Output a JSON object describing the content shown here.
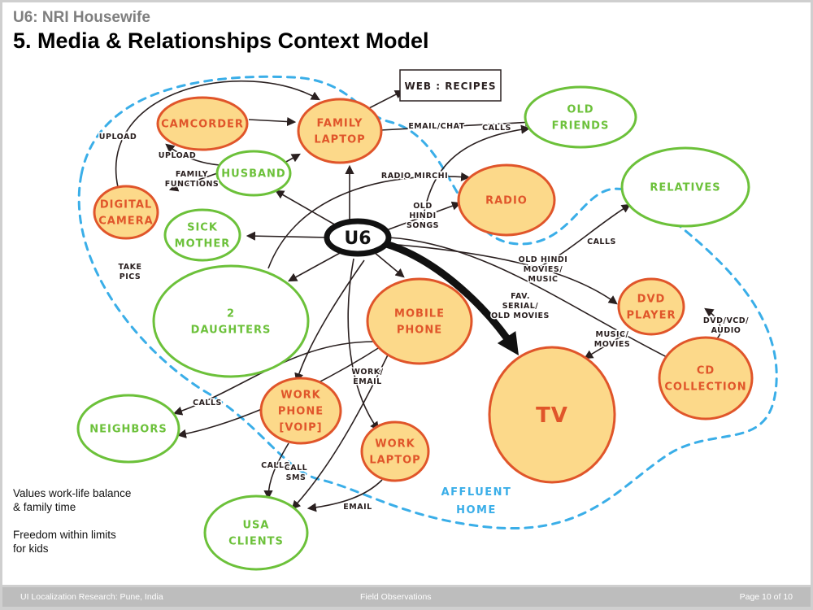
{
  "header": {
    "subtitle": "U6: NRI Housewife",
    "title": "5. Media & Relationships Context Model"
  },
  "colors": {
    "media_fill": "#fcd98a",
    "media_stroke": "#e0552a",
    "media_text": "#e0552a",
    "person_stroke": "#6cc13a",
    "person_text": "#6cc13a",
    "boundary": "#3aaee8",
    "ink": "#2a2020"
  },
  "diagram": {
    "center": {
      "label": "U6"
    },
    "web_box": {
      "label": "WEB : RECIPES"
    },
    "boundary_label": [
      "AFFLUENT",
      "HOME"
    ],
    "media_nodes": [
      {
        "id": "camcorder",
        "lines": [
          "CAMCORDER"
        ]
      },
      {
        "id": "family-laptop",
        "lines": [
          "FAMILY",
          "LAPTOP"
        ]
      },
      {
        "id": "digital-camera",
        "lines": [
          "DIGITAL",
          "CAMERA"
        ]
      },
      {
        "id": "radio",
        "lines": [
          "RADIO"
        ]
      },
      {
        "id": "mobile-phone",
        "lines": [
          "MOBILE",
          "PHONE"
        ]
      },
      {
        "id": "dvd-player",
        "lines": [
          "DVD",
          "PLAYER"
        ]
      },
      {
        "id": "tv",
        "lines": [
          "TV"
        ]
      },
      {
        "id": "cd-collection",
        "lines": [
          "CD",
          "COLLECTION"
        ]
      },
      {
        "id": "work-phone",
        "lines": [
          "WORK",
          "PHONE",
          "[VOIP]"
        ]
      },
      {
        "id": "work-laptop",
        "lines": [
          "WORK",
          "LAPTOP"
        ]
      }
    ],
    "person_nodes": [
      {
        "id": "husband",
        "lines": [
          "HUSBAND"
        ]
      },
      {
        "id": "sick-mother",
        "lines": [
          "SICK",
          "MOTHER"
        ]
      },
      {
        "id": "daughters",
        "lines": [
          "2",
          "DAUGHTERS"
        ]
      },
      {
        "id": "old-friends",
        "lines": [
          "OLD",
          "FRIENDS"
        ]
      },
      {
        "id": "relatives",
        "lines": [
          "RELATIVES"
        ]
      },
      {
        "id": "neighbors",
        "lines": [
          "NEIGHBORS"
        ]
      },
      {
        "id": "usa-clients",
        "lines": [
          "USA",
          "CLIENTS"
        ]
      }
    ],
    "edge_labels": [
      {
        "id": "upload-1",
        "lines": [
          "UPLOAD"
        ]
      },
      {
        "id": "upload-2",
        "lines": [
          "UPLOAD"
        ]
      },
      {
        "id": "family-functions",
        "lines": [
          "FAMILY",
          "FUNCTIONS"
        ]
      },
      {
        "id": "take-pics",
        "lines": [
          "TAKE",
          "PICS"
        ]
      },
      {
        "id": "email-chat",
        "lines": [
          "EMAIL/CHAT"
        ]
      },
      {
        "id": "calls-friends",
        "lines": [
          "CALLS"
        ]
      },
      {
        "id": "radio-mirchi",
        "lines": [
          "RADIO MIRCHI"
        ]
      },
      {
        "id": "old-hindi-songs",
        "lines": [
          "OLD",
          "HINDI",
          "SONGS"
        ]
      },
      {
        "id": "calls-relatives",
        "lines": [
          "CALLS"
        ]
      },
      {
        "id": "old-hindi-movies",
        "lines": [
          "OLD HINDI",
          "MOVIES/",
          "MUSIC"
        ]
      },
      {
        "id": "fav-serial",
        "lines": [
          "FAV.",
          "SERIAL/",
          "OLD MOVIES"
        ]
      },
      {
        "id": "music-movies",
        "lines": [
          "MUSIC/",
          "MOVIES"
        ]
      },
      {
        "id": "dvd-vcd-audio",
        "lines": [
          "DVD/VCD/",
          "AUDIO"
        ]
      },
      {
        "id": "work-email",
        "lines": [
          "WORK/",
          "EMAIL"
        ]
      },
      {
        "id": "calls-neighbors",
        "lines": [
          "CALLS"
        ]
      },
      {
        "id": "calls-clients",
        "lines": [
          "CALLS"
        ]
      },
      {
        "id": "call-sms",
        "lines": [
          "CALL",
          "SMS"
        ]
      },
      {
        "id": "email-clients",
        "lines": [
          "EMAIL"
        ]
      }
    ]
  },
  "notes": [
    "Values work-life balance\n& family time",
    "Freedom within limits\nfor kids"
  ],
  "footer": {
    "left": "UI Localization Research: Pune, India",
    "center": "Field Observations",
    "right": "Page 10 of 10"
  }
}
